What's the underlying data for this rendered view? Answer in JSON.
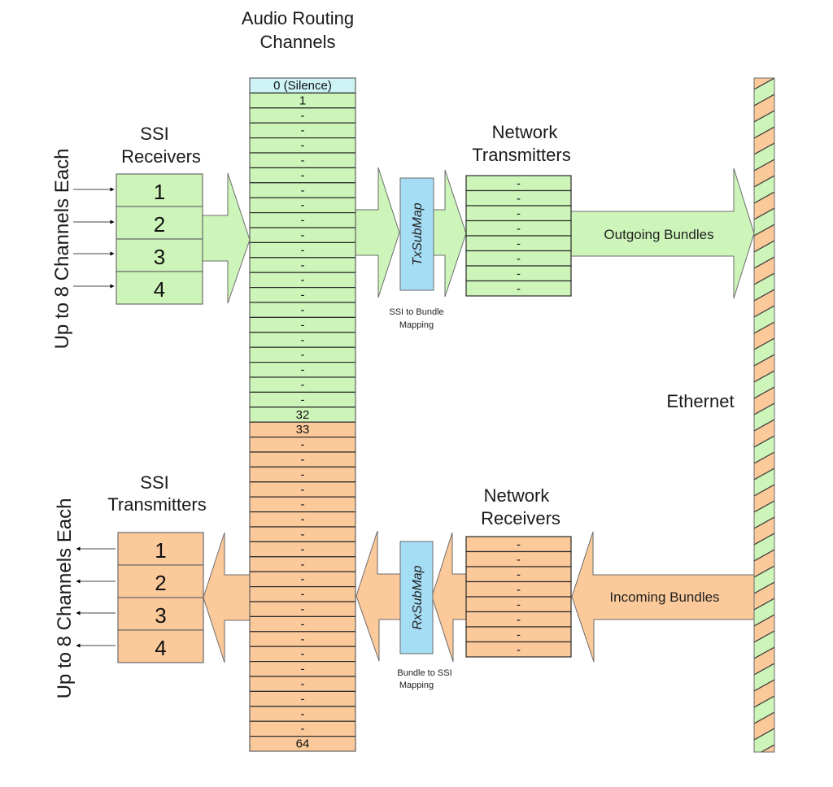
{
  "colors": {
    "green": "#cdf5b9",
    "orange": "#fbc99a",
    "silence": "#cdf3f5",
    "submap": "#a5ddf5",
    "stroke": "#6b6b6b",
    "rowline": "#2a2a2a"
  },
  "routing": {
    "title_line1": "Audio Routing",
    "title_line2": "Channels",
    "silence_label": "0 (Silence)",
    "green_rows": [
      "1",
      "-",
      "-",
      "-",
      "-",
      "-",
      "-",
      "-",
      "-",
      "-",
      "-",
      "-",
      "-",
      "-",
      "-",
      "-",
      "-",
      "-",
      "-",
      "-",
      "-",
      "32"
    ],
    "orange_rows": [
      "33",
      "-",
      "-",
      "-",
      "-",
      "-",
      "-",
      "-",
      "-",
      "-",
      "-",
      "-",
      "-",
      "-",
      "-",
      "-",
      "-",
      "-",
      "-",
      "-",
      "-",
      "64"
    ]
  },
  "ssi_receivers": {
    "title_line1": "SSI",
    "title_line2": "Receivers",
    "items": [
      "1",
      "2",
      "3",
      "4"
    ],
    "side_label": "Up to 8 Channels Each"
  },
  "ssi_transmitters": {
    "title_line1": "SSI",
    "title_line2": "Transmitters",
    "items": [
      "1",
      "2",
      "3",
      "4"
    ],
    "side_label": "Up to 8 Channels Each"
  },
  "tx_submap": {
    "label": "TxSubMap",
    "caption_line1": "SSI to Bundle",
    "caption_line2": "Mapping"
  },
  "rx_submap": {
    "label": "RxSubMap",
    "caption_line1": "Bundle to SSI",
    "caption_line2": "Mapping"
  },
  "network_transmitters": {
    "title_line1": "Network",
    "title_line2": "Transmitters",
    "rows": [
      "-",
      "-",
      "-",
      "-",
      "-",
      "-",
      "-",
      "-"
    ]
  },
  "network_receivers": {
    "title_line1": "Network",
    "title_line2": "Receivers",
    "rows": [
      "-",
      "-",
      "-",
      "-",
      "-",
      "-",
      "-",
      "-"
    ]
  },
  "outgoing_label": "Outgoing Bundles",
  "incoming_label": "Incoming Bundles",
  "ethernet_label": "Ethernet"
}
